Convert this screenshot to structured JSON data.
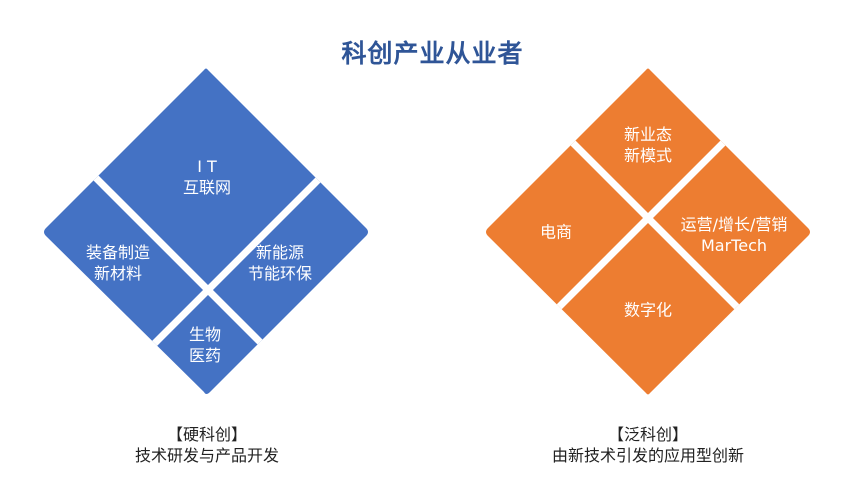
{
  "title": "科创产业从业者",
  "colors": {
    "title": "#2f5597",
    "hard": "#4472c4",
    "broad": "#ed7d31",
    "divider": "#ffffff",
    "caption": "#222222"
  },
  "hard_diamond": {
    "segments": {
      "top": [
        "I T",
        "互联网"
      ],
      "left": [
        "装备制造",
        "新材料"
      ],
      "right": [
        "新能源",
        "节能环保"
      ],
      "bottom": [
        "生物",
        "医药"
      ]
    },
    "caption": {
      "heading": "【硬科创】",
      "description": "技术研发与产品开发"
    }
  },
  "broad_diamond": {
    "segments": {
      "top": [
        "新业态",
        "新模式"
      ],
      "left": [
        "电商"
      ],
      "right": [
        "运营/增长/营销",
        "MarTech"
      ],
      "bottom": [
        "数字化"
      ]
    },
    "caption": {
      "heading": "【泛科创】",
      "description": "由新技术引发的应用型创新"
    }
  }
}
